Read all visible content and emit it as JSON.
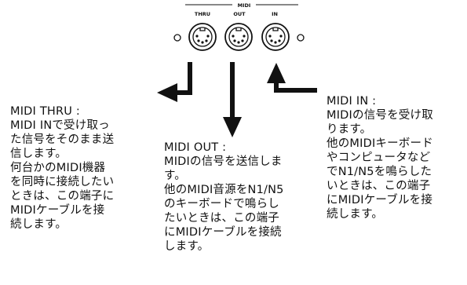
{
  "panel": {
    "group_label": "MIDI",
    "ports": [
      {
        "id": "thru",
        "label": "THRU"
      },
      {
        "id": "out",
        "label": "OUT"
      },
      {
        "id": "in",
        "label": "IN"
      }
    ]
  },
  "descriptions": {
    "thru": {
      "title": "MIDI THRU :",
      "lines": [
        "MIDI  INで受け取っ",
        "た信号をそのまま送",
        "信します。",
        "何台かのMIDI機器",
        "を同時に接続したい",
        "ときは、この端子に",
        "MIDIケーブルを接",
        "続します。"
      ]
    },
    "out": {
      "title": "MIDI OUT :",
      "lines": [
        "MIDIの信号を送信しま",
        "す。",
        "他のMIDI音源をN1/N5",
        "のキーボードで鳴らし",
        "たいときは、この端子",
        "にMIDIケーブルを接続",
        "します。"
      ]
    },
    "in": {
      "title": "MIDI IN :",
      "lines": [
        "MIDIの信号を受け取",
        "ります。",
        "他のMIDIキーボード",
        "やコンピュータなど",
        "でN1/N5を鳴らした",
        "いときは、この端子",
        "にMIDIケーブルを接",
        "続します。"
      ]
    }
  },
  "colors": {
    "ink": "#111111",
    "background": "#ffffff"
  }
}
